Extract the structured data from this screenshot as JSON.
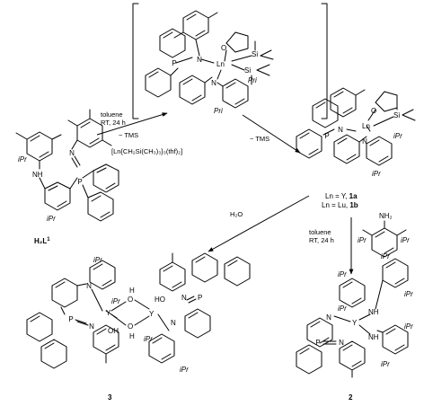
{
  "reagents": {
    "step1_line1": "toluene",
    "step1_line2": "RT, 24 h",
    "step1_byproduct": "− TMS",
    "step1_reagent": "[Ln{CH₂Si(CH₃)₃}₃(thf)₂]",
    "step2_byproduct": "− TMS",
    "water": "H₂O",
    "step3_line1": "toluene",
    "step3_line2": "RT, 24 h"
  },
  "ligand": {
    "label_main": "H₂L",
    "label_sup": "1",
    "atoms": {
      "N": "N",
      "P": "P",
      "NH": "NH",
      "iPr": "iPr"
    }
  },
  "intermediate": {
    "atoms": {
      "P": "P",
      "N": "N",
      "Ln": "Ln",
      "O": "O",
      "Si": "Si",
      "Pri": "Pri"
    }
  },
  "product1": {
    "line1_text": "Ln = Y, ",
    "line1_bold": "1a",
    "line2_text": "Ln = Lu, ",
    "line2_bold": "1b",
    "atoms": {
      "P": "P",
      "N": "N",
      "Ln": "Ln",
      "O": "O",
      "Si": "Si",
      "iPr": "iPr"
    }
  },
  "aniline": {
    "atoms": {
      "NH2": "NH₂",
      "iPr": "iPr"
    }
  },
  "compound3": {
    "label": "3",
    "atoms": {
      "N": "N",
      "P": "P",
      "Y": "Y",
      "O": "O",
      "H": "H",
      "OH": "OH",
      "HO": "HO",
      "iPr": "iPr"
    }
  },
  "compound2": {
    "label": "2",
    "atoms": {
      "N": "N",
      "P": "P",
      "Y": "Y",
      "NH": "NH",
      "iPr": "iPr"
    }
  }
}
